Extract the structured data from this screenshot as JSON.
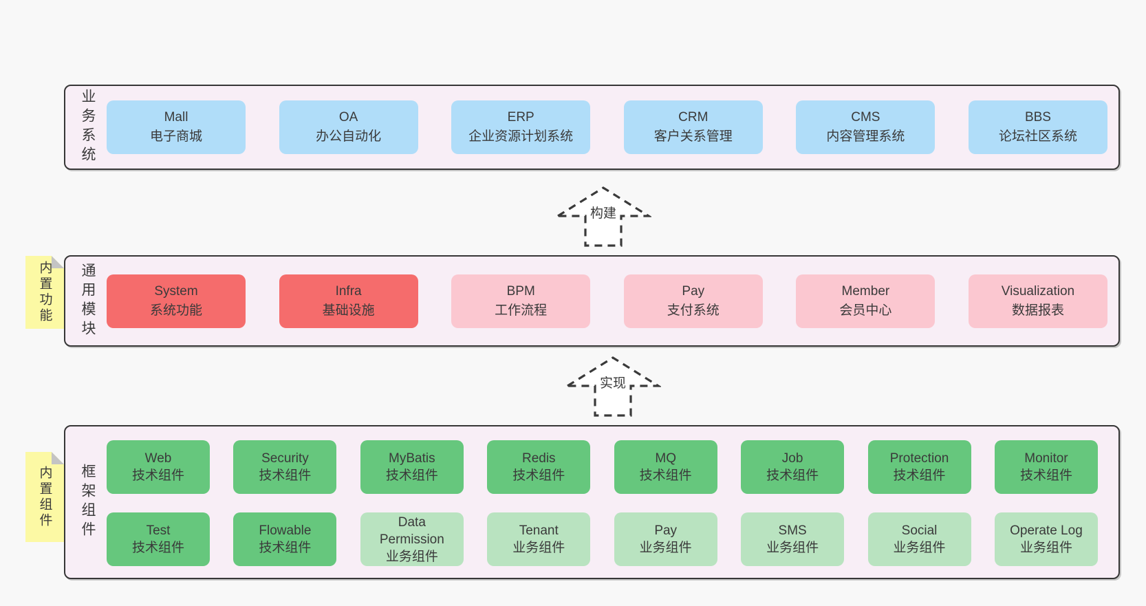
{
  "colors": {
    "canvas_bg": "#f8f8f8",
    "layer_bg": "#f8eef6",
    "layer_border": "#363636",
    "text": "#3a3a3a",
    "blue": "#b0ddf9",
    "red": "#f56c6c",
    "pink": "#fbc7d0",
    "green": "#66c77d",
    "lightgreen": "#b9e3c0",
    "tab_yellow": "#fcf9a4",
    "tab_fold": "#c4c4c4",
    "arrow_stroke": "#3a3a3a"
  },
  "arrows": [
    {
      "label": "构建"
    },
    {
      "label": "实现"
    }
  ],
  "layers": [
    {
      "label": "业务系统",
      "tab": null,
      "rows": [
        [
          {
            "name": "Mall",
            "subtitle": "电子商城",
            "variant": "blue"
          },
          {
            "name": "OA",
            "subtitle": "办公自动化",
            "variant": "blue"
          },
          {
            "name": "ERP",
            "subtitle": "企业资源计划系统",
            "variant": "blue"
          },
          {
            "name": "CRM",
            "subtitle": "客户关系管理",
            "variant": "blue"
          },
          {
            "name": "CMS",
            "subtitle": "内容管理系统",
            "variant": "blue"
          },
          {
            "name": "BBS",
            "subtitle": "论坛社区系统",
            "variant": "blue"
          }
        ]
      ]
    },
    {
      "label": "通用模块",
      "tab": "内置功能",
      "rows": [
        [
          {
            "name": "System",
            "subtitle": "系统功能",
            "variant": "red"
          },
          {
            "name": "Infra",
            "subtitle": "基础设施",
            "variant": "red"
          },
          {
            "name": "BPM",
            "subtitle": "工作流程",
            "variant": "pink"
          },
          {
            "name": "Pay",
            "subtitle": "支付系统",
            "variant": "pink"
          },
          {
            "name": "Member",
            "subtitle": "会员中心",
            "variant": "pink"
          },
          {
            "name": "Visualization",
            "subtitle": "数据报表",
            "variant": "pink"
          }
        ]
      ]
    },
    {
      "label": "框架组件",
      "tab": "内置组件",
      "rows": [
        [
          {
            "name": "Web",
            "subtitle": "技术组件",
            "variant": "green"
          },
          {
            "name": "Security",
            "subtitle": "技术组件",
            "variant": "green"
          },
          {
            "name": "MyBatis",
            "subtitle": "技术组件",
            "variant": "green"
          },
          {
            "name": "Redis",
            "subtitle": "技术组件",
            "variant": "green"
          },
          {
            "name": "MQ",
            "subtitle": "技术组件",
            "variant": "green"
          },
          {
            "name": "Job",
            "subtitle": "技术组件",
            "variant": "green"
          },
          {
            "name": "Protection",
            "subtitle": "技术组件",
            "variant": "green"
          },
          {
            "name": "Monitor",
            "subtitle": "技术组件",
            "variant": "green"
          }
        ],
        [
          {
            "name": "Test",
            "subtitle": "技术组件",
            "variant": "green"
          },
          {
            "name": "Flowable",
            "subtitle": "技术组件",
            "variant": "green"
          },
          {
            "name": "Data Permission",
            "subtitle": "业务组件",
            "variant": "lightgreen"
          },
          {
            "name": "Tenant",
            "subtitle": "业务组件",
            "variant": "lightgreen"
          },
          {
            "name": "Pay",
            "subtitle": "业务组件",
            "variant": "lightgreen"
          },
          {
            "name": "SMS",
            "subtitle": "业务组件",
            "variant": "lightgreen"
          },
          {
            "name": "Social",
            "subtitle": "业务组件",
            "variant": "lightgreen"
          },
          {
            "name": "Operate Log",
            "subtitle": "业务组件",
            "variant": "lightgreen"
          }
        ]
      ]
    }
  ]
}
